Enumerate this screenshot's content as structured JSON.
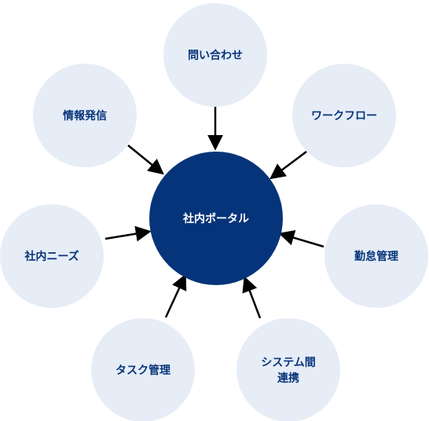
{
  "center": {
    "label": "社内ポータル"
  },
  "nodes": [
    {
      "id": "inquiry",
      "lines": [
        "問い合わせ"
      ]
    },
    {
      "id": "workflow",
      "lines": [
        "ワークフロー"
      ]
    },
    {
      "id": "attendance",
      "lines": [
        "勤怠管理"
      ]
    },
    {
      "id": "system-integration",
      "lines": [
        "システム間",
        "連携"
      ]
    },
    {
      "id": "task-management",
      "lines": [
        "タスク管理"
      ]
    },
    {
      "id": "internal-needs",
      "lines": [
        "社内ニーズ"
      ]
    },
    {
      "id": "information",
      "lines": [
        "情報発信"
      ]
    }
  ],
  "colors": {
    "center_fill": "#06347a",
    "center_text": "#ffffff",
    "node_fill": "#e6edf7",
    "node_text": "#06347a",
    "arrow": "#000000"
  }
}
